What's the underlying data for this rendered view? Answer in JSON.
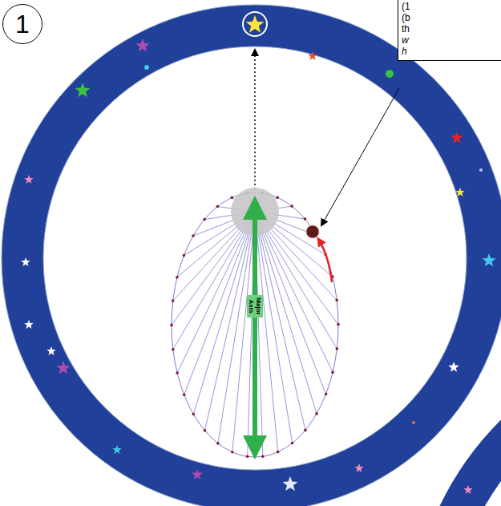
{
  "diagram": {
    "nodes": [
      {
        "text": [
          "1"
        ]
      },
      {
        "text": [
          "(1",
          "(b",
          "th",
          "w",
          "h"
        ]
      }
    ],
    "labels": [
      "Major Axis"
    ]
  }
}
